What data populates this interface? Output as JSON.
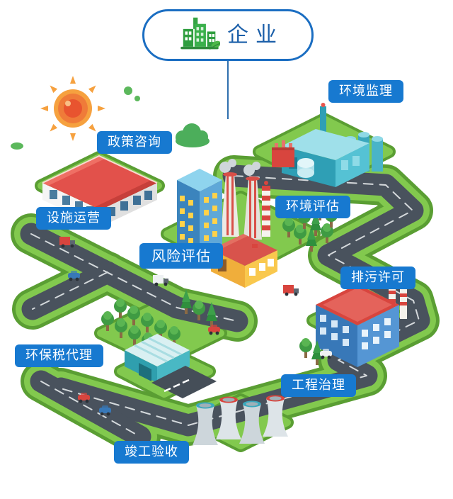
{
  "header": {
    "title": "企业",
    "icon": "green-factory-leaf-icon"
  },
  "labels": [
    {
      "id": "env-supervision",
      "text": "环境监理"
    },
    {
      "id": "policy-consulting",
      "text": "政策咨询"
    },
    {
      "id": "facility-operation",
      "text": "设施运营"
    },
    {
      "id": "env-assessment",
      "text": "环境评估"
    },
    {
      "id": "risk-assessment",
      "text": "风险评估"
    },
    {
      "id": "discharge-permit",
      "text": "排污许可"
    },
    {
      "id": "env-tax-agency",
      "text": "环保税代理"
    },
    {
      "id": "project-treatment",
      "text": "工程治理"
    },
    {
      "id": "completion-acceptance",
      "text": "竣工验收"
    }
  ],
  "illustration_elements": [
    "sun",
    "green-cloud",
    "green-dots",
    "road-network",
    "warehouse",
    "chemical-plant",
    "office-tower",
    "power-plant-chimneys",
    "yellow-factory",
    "apartment-building",
    "parking-depot",
    "cooling-towers",
    "trees",
    "vehicles"
  ],
  "colors": {
    "label_bg": "#1779d0",
    "label_text": "#ffffff",
    "header_border": "#1b6ec2",
    "header_text": "#1b5fa9",
    "connector": "#2f6fae",
    "grass": "#82c94e",
    "grass_edge": "#5a9e33",
    "road": "#49525d",
    "road_line": "#e4e8ea",
    "sun_core": "#e8542f",
    "sun_glow": "#f6a13f",
    "leaf_green": "#3fae49",
    "teal": "#3aa8bd",
    "brick_red": "#d8453e",
    "building_blue": "#3878b8",
    "window_yellow": "#ffd24a"
  }
}
